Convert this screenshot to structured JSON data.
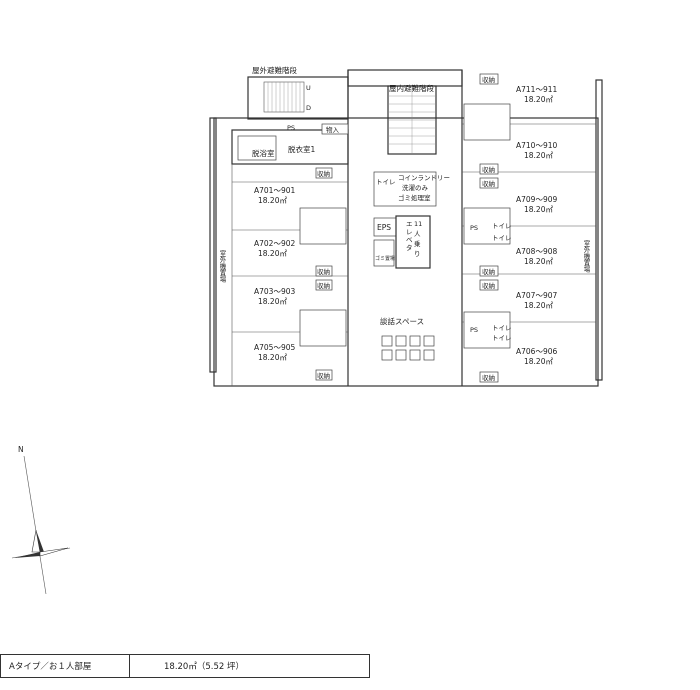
{
  "labels": {
    "outdoor_stair": "屋外避難階段",
    "indoor_stair": "屋内避難階段",
    "bath": "脱浴室",
    "dressing": "脱衣室1",
    "storage_top": "物入",
    "ps": "PS",
    "toilet_center": "トイレ",
    "laundry": "コインランドリー",
    "laundry2": "洗濯のみ",
    "garbage": "ゴミ処理室",
    "eps": "EPS",
    "elevator": "エレベーター11人乗り",
    "elevator_lines": [
      "エ",
      "レ",
      "ベ",
      "｜",
      "タ",
      "｜"
    ],
    "elevator_cap": [
      "11",
      "人",
      "乗",
      "り"
    ],
    "space": "談話スペース",
    "machine_left": "室外機置場",
    "machine_right": "室外機置場",
    "cleaning": "ゴミ置場",
    "storage": "収納",
    "toilet": "トイレ",
    "up": "U",
    "down": "D"
  },
  "rooms_left": [
    {
      "name": "A701～901",
      "area": "18.20㎡"
    },
    {
      "name": "A702～902",
      "area": "18.20㎡"
    },
    {
      "name": "A703～903",
      "area": "18.20㎡"
    },
    {
      "name": "A705～905",
      "area": "18.20㎡"
    }
  ],
  "rooms_right": [
    {
      "name": "A711～911",
      "area": "18.20㎡"
    },
    {
      "name": "A710～910",
      "area": "18.20㎡"
    },
    {
      "name": "A709～909",
      "area": "18.20㎡"
    },
    {
      "name": "A708～908",
      "area": "18.20㎡"
    },
    {
      "name": "A707～907",
      "area": "18.20㎡"
    },
    {
      "name": "A706～906",
      "area": "18.20㎡"
    }
  ],
  "compass": {
    "north": "N"
  },
  "footer": {
    "type": "Aタイプ／お１人部屋",
    "area": "18.20㎡（5.52 坪）"
  }
}
